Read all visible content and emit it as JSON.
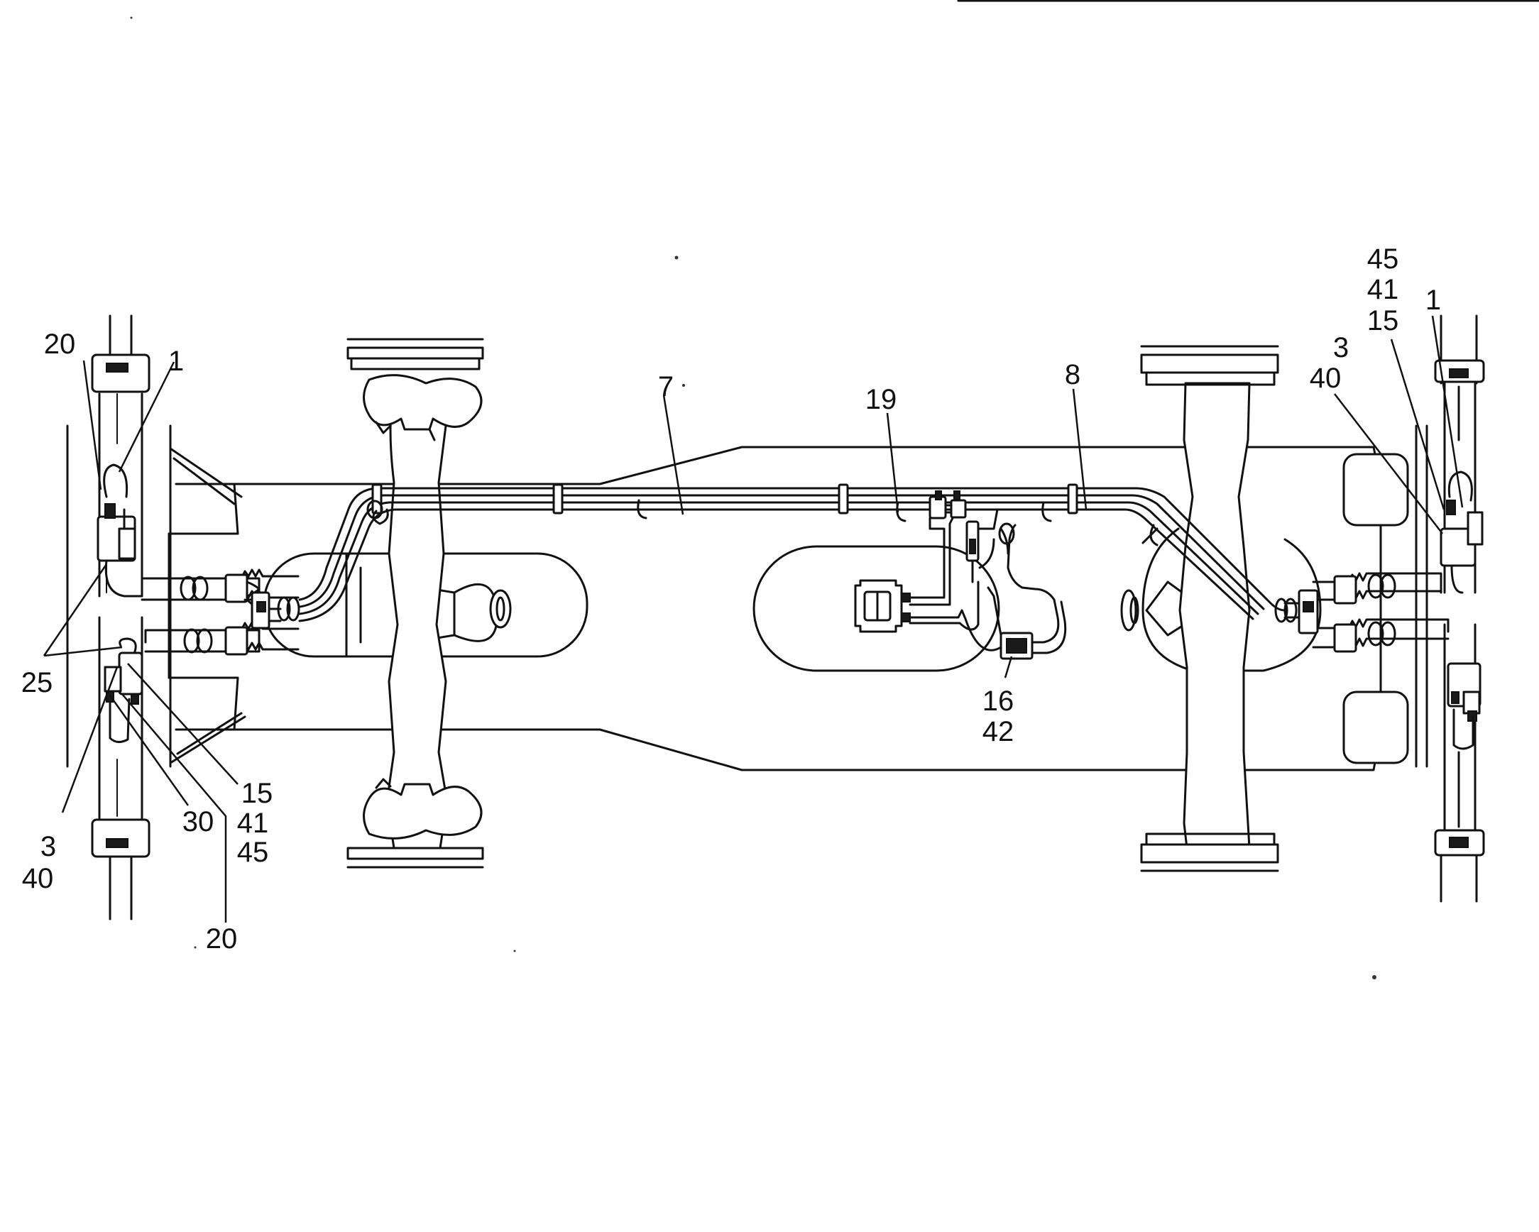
{
  "callouts": {
    "c_20_top_left": "20",
    "c_1_top_left": "1",
    "c_25": "25",
    "c_3_left": "3",
    "c_40_left": "40",
    "c_30": "30",
    "c_15_left": "15",
    "c_41_left": "41",
    "c_45_left": "45",
    "c_20_bottom_left": "20",
    "c_7": "7",
    "c_19": "19",
    "c_8": "8",
    "c_16": "16",
    "c_42": "42",
    "c_45_right": "45",
    "c_41_right": "41",
    "c_15_right": "15",
    "c_1_right": "1",
    "c_3_right": "3",
    "c_40_right": "40"
  }
}
